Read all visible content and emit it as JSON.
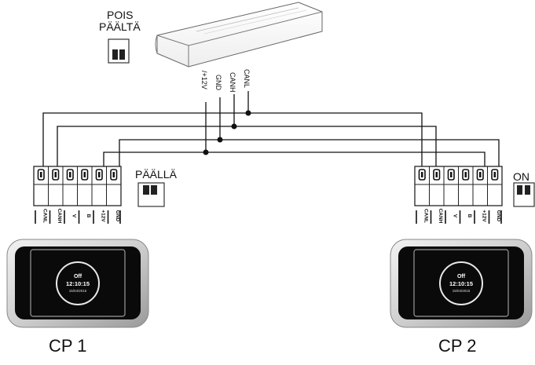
{
  "labels": {
    "off_switch_line1": "POIS",
    "off_switch_line2": "PÄÄLTÄ",
    "on_switch_cp1": "PÄÄLLÄ",
    "on_switch_cp2": "ON",
    "cp1": "CP 1",
    "cp2": "CP 2"
  },
  "bus_wires": [
    "+12V",
    "GND",
    "CANH",
    "CANL"
  ],
  "terminals": [
    "CANL",
    "CANH",
    "V",
    "B",
    "+12V",
    "GND"
  ],
  "display": {
    "status": "Off",
    "time": "12:10:15",
    "date": "15/04/2015"
  }
}
